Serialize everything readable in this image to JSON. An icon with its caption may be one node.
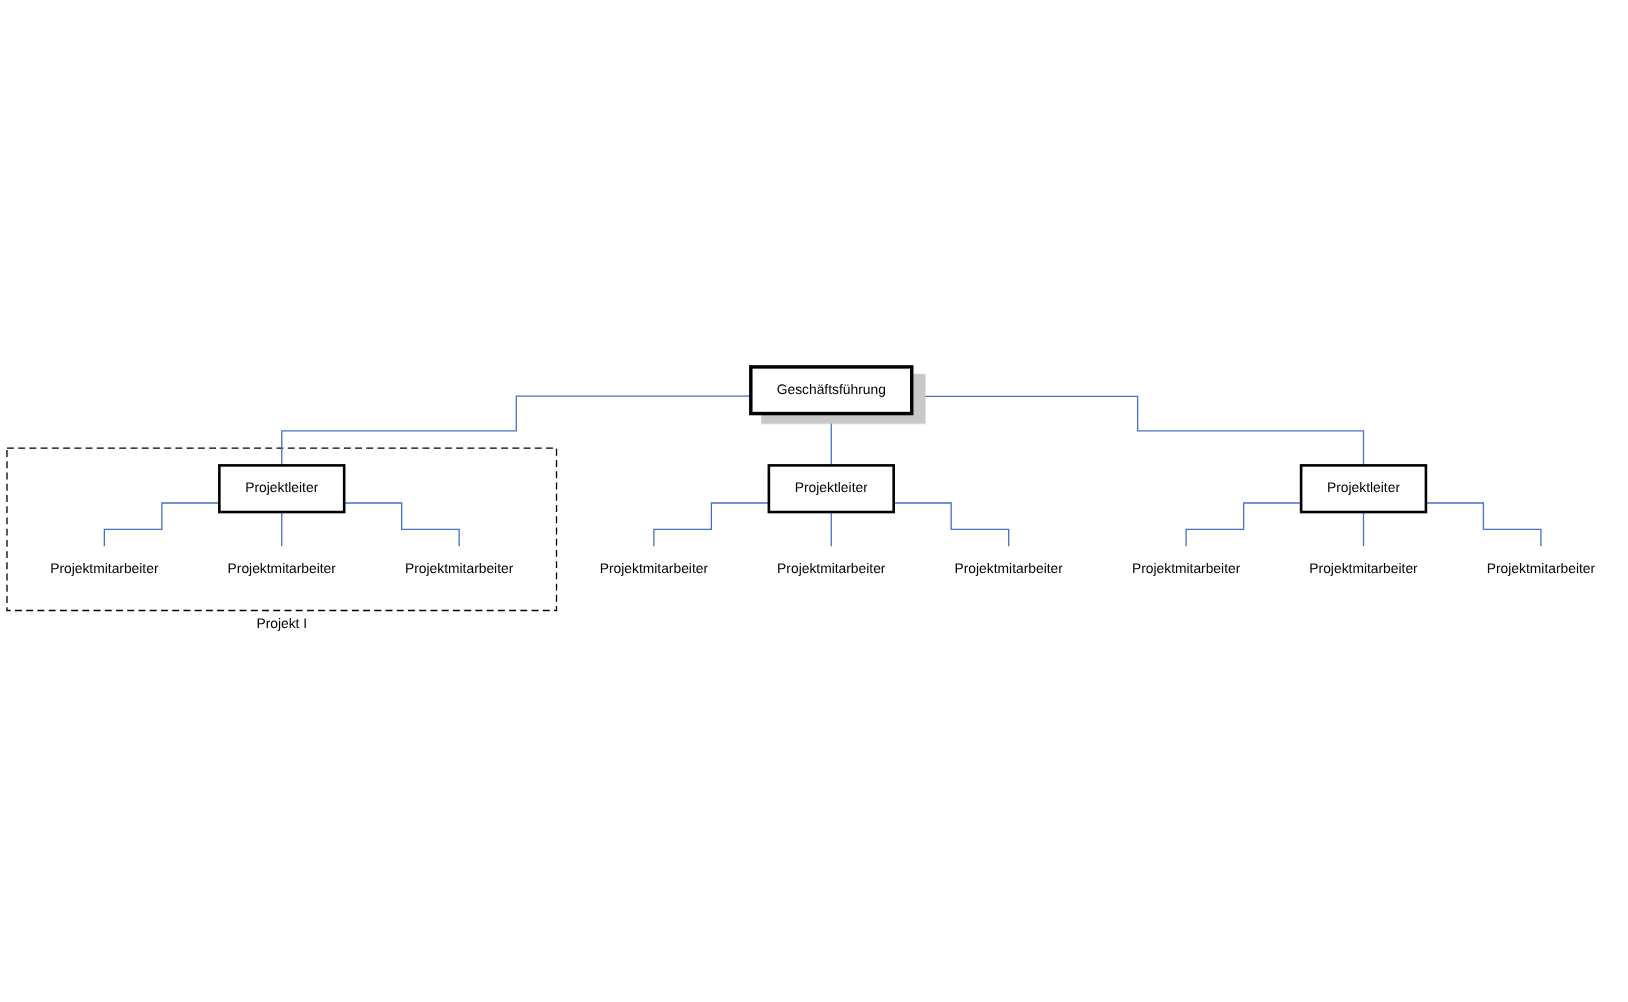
{
  "diagram": {
    "nodes": [
      {
        "text": [
          "Geschäftsführung"
        ]
      },
      {
        "text": [
          "Projekt I"
        ]
      },
      {
        "text": [
          "Projektleiter"
        ],
        "in": 1
      },
      {
        "text": [
          "Projektmitarbeiter"
        ],
        "in": 1
      },
      {
        "text": [
          "Projektmitarbeiter"
        ],
        "in": 1
      },
      {
        "text": [
          "Projektmitarbeiter"
        ],
        "in": 1
      },
      {
        "text": [
          "Projektleiter"
        ]
      },
      {
        "text": [
          "Projektmitarbeiter"
        ]
      },
      {
        "text": [
          "Projektmitarbeiter"
        ]
      },
      {
        "text": [
          "Projektmitarbeiter"
        ]
      },
      {
        "text": [
          "Projektleiter"
        ]
      },
      {
        "text": [
          "Projektmitarbeiter"
        ]
      },
      {
        "text": [
          "Projektmitarbeiter"
        ]
      },
      {
        "text": [
          "Projektmitarbeiter"
        ]
      }
    ],
    "edges": [
      {
        "from": 0,
        "to": 2,
        "arrow": "none"
      },
      {
        "from": 0,
        "to": 6,
        "arrow": "none"
      },
      {
        "from": 0,
        "to": 10,
        "arrow": "none"
      },
      {
        "from": 2,
        "to": 3,
        "arrow": "none"
      },
      {
        "from": 2,
        "to": 4,
        "arrow": "none"
      },
      {
        "from": 2,
        "to": 5,
        "arrow": "none"
      },
      {
        "from": 6,
        "to": 7,
        "arrow": "none"
      },
      {
        "from": 6,
        "to": 8,
        "arrow": "none"
      },
      {
        "from": 6,
        "to": 9,
        "arrow": "none"
      },
      {
        "from": 10,
        "to": 11,
        "arrow": "none"
      },
      {
        "from": 10,
        "to": 12,
        "arrow": "none"
      },
      {
        "from": 10,
        "to": 13,
        "arrow": "none"
      }
    ]
  }
}
